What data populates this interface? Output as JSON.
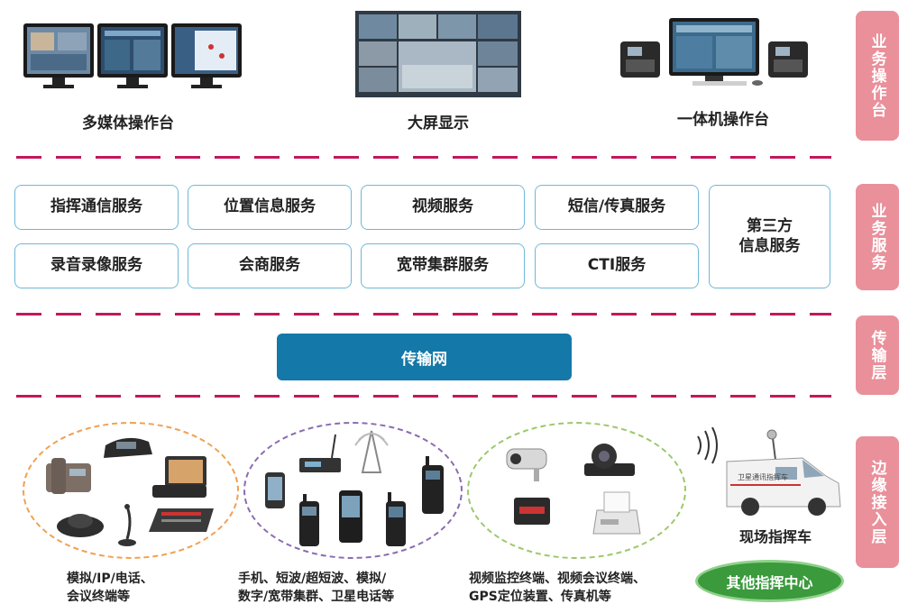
{
  "layers": {
    "business_ops": "业务操作台",
    "business_services": "业务服务",
    "transport": "传输层",
    "edge_access": "边缘接入层"
  },
  "top": {
    "multimedia_console": "多媒体操作台",
    "big_screen": "大屏显示",
    "all_in_one_console": "一体机操作台"
  },
  "services": {
    "command_comm": "指挥通信服务",
    "location": "位置信息服务",
    "video": "视频服务",
    "sms_fax": "短信/传真服务",
    "third_party_line1": "第三方",
    "third_party_line2": "信息服务",
    "recording": "录音录像服务",
    "consultation": "会商服务",
    "broadband_trunking": "宽带集群服务",
    "cti": "CTI服务"
  },
  "transport": {
    "label": "传输网"
  },
  "edge": {
    "group1_line1": "模拟/IP/电话、",
    "group1_line2": "会议终端等",
    "group2_line1": "手机、短波/超短波、模拟/",
    "group2_line2": "数字/宽带集群、卫星电话等",
    "group3_line1": "视频监控终端、视频会议终端、",
    "group3_line2": "GPS定位装置、传真机等",
    "vehicle_label": "现场指挥车",
    "vehicle_side_text": "卫星通讯指挥车",
    "other_center": "其他指挥中心"
  },
  "colors": {
    "layer_tag": "#e9909a",
    "divider": "#c2185b",
    "service_border": "#6fb8d8",
    "transport": "#1478a8",
    "ellipse_orange": "#f0a050",
    "ellipse_purple": "#8a6bb0",
    "ellipse_green": "#9cc86a",
    "other_center": "#3a9a3c"
  }
}
